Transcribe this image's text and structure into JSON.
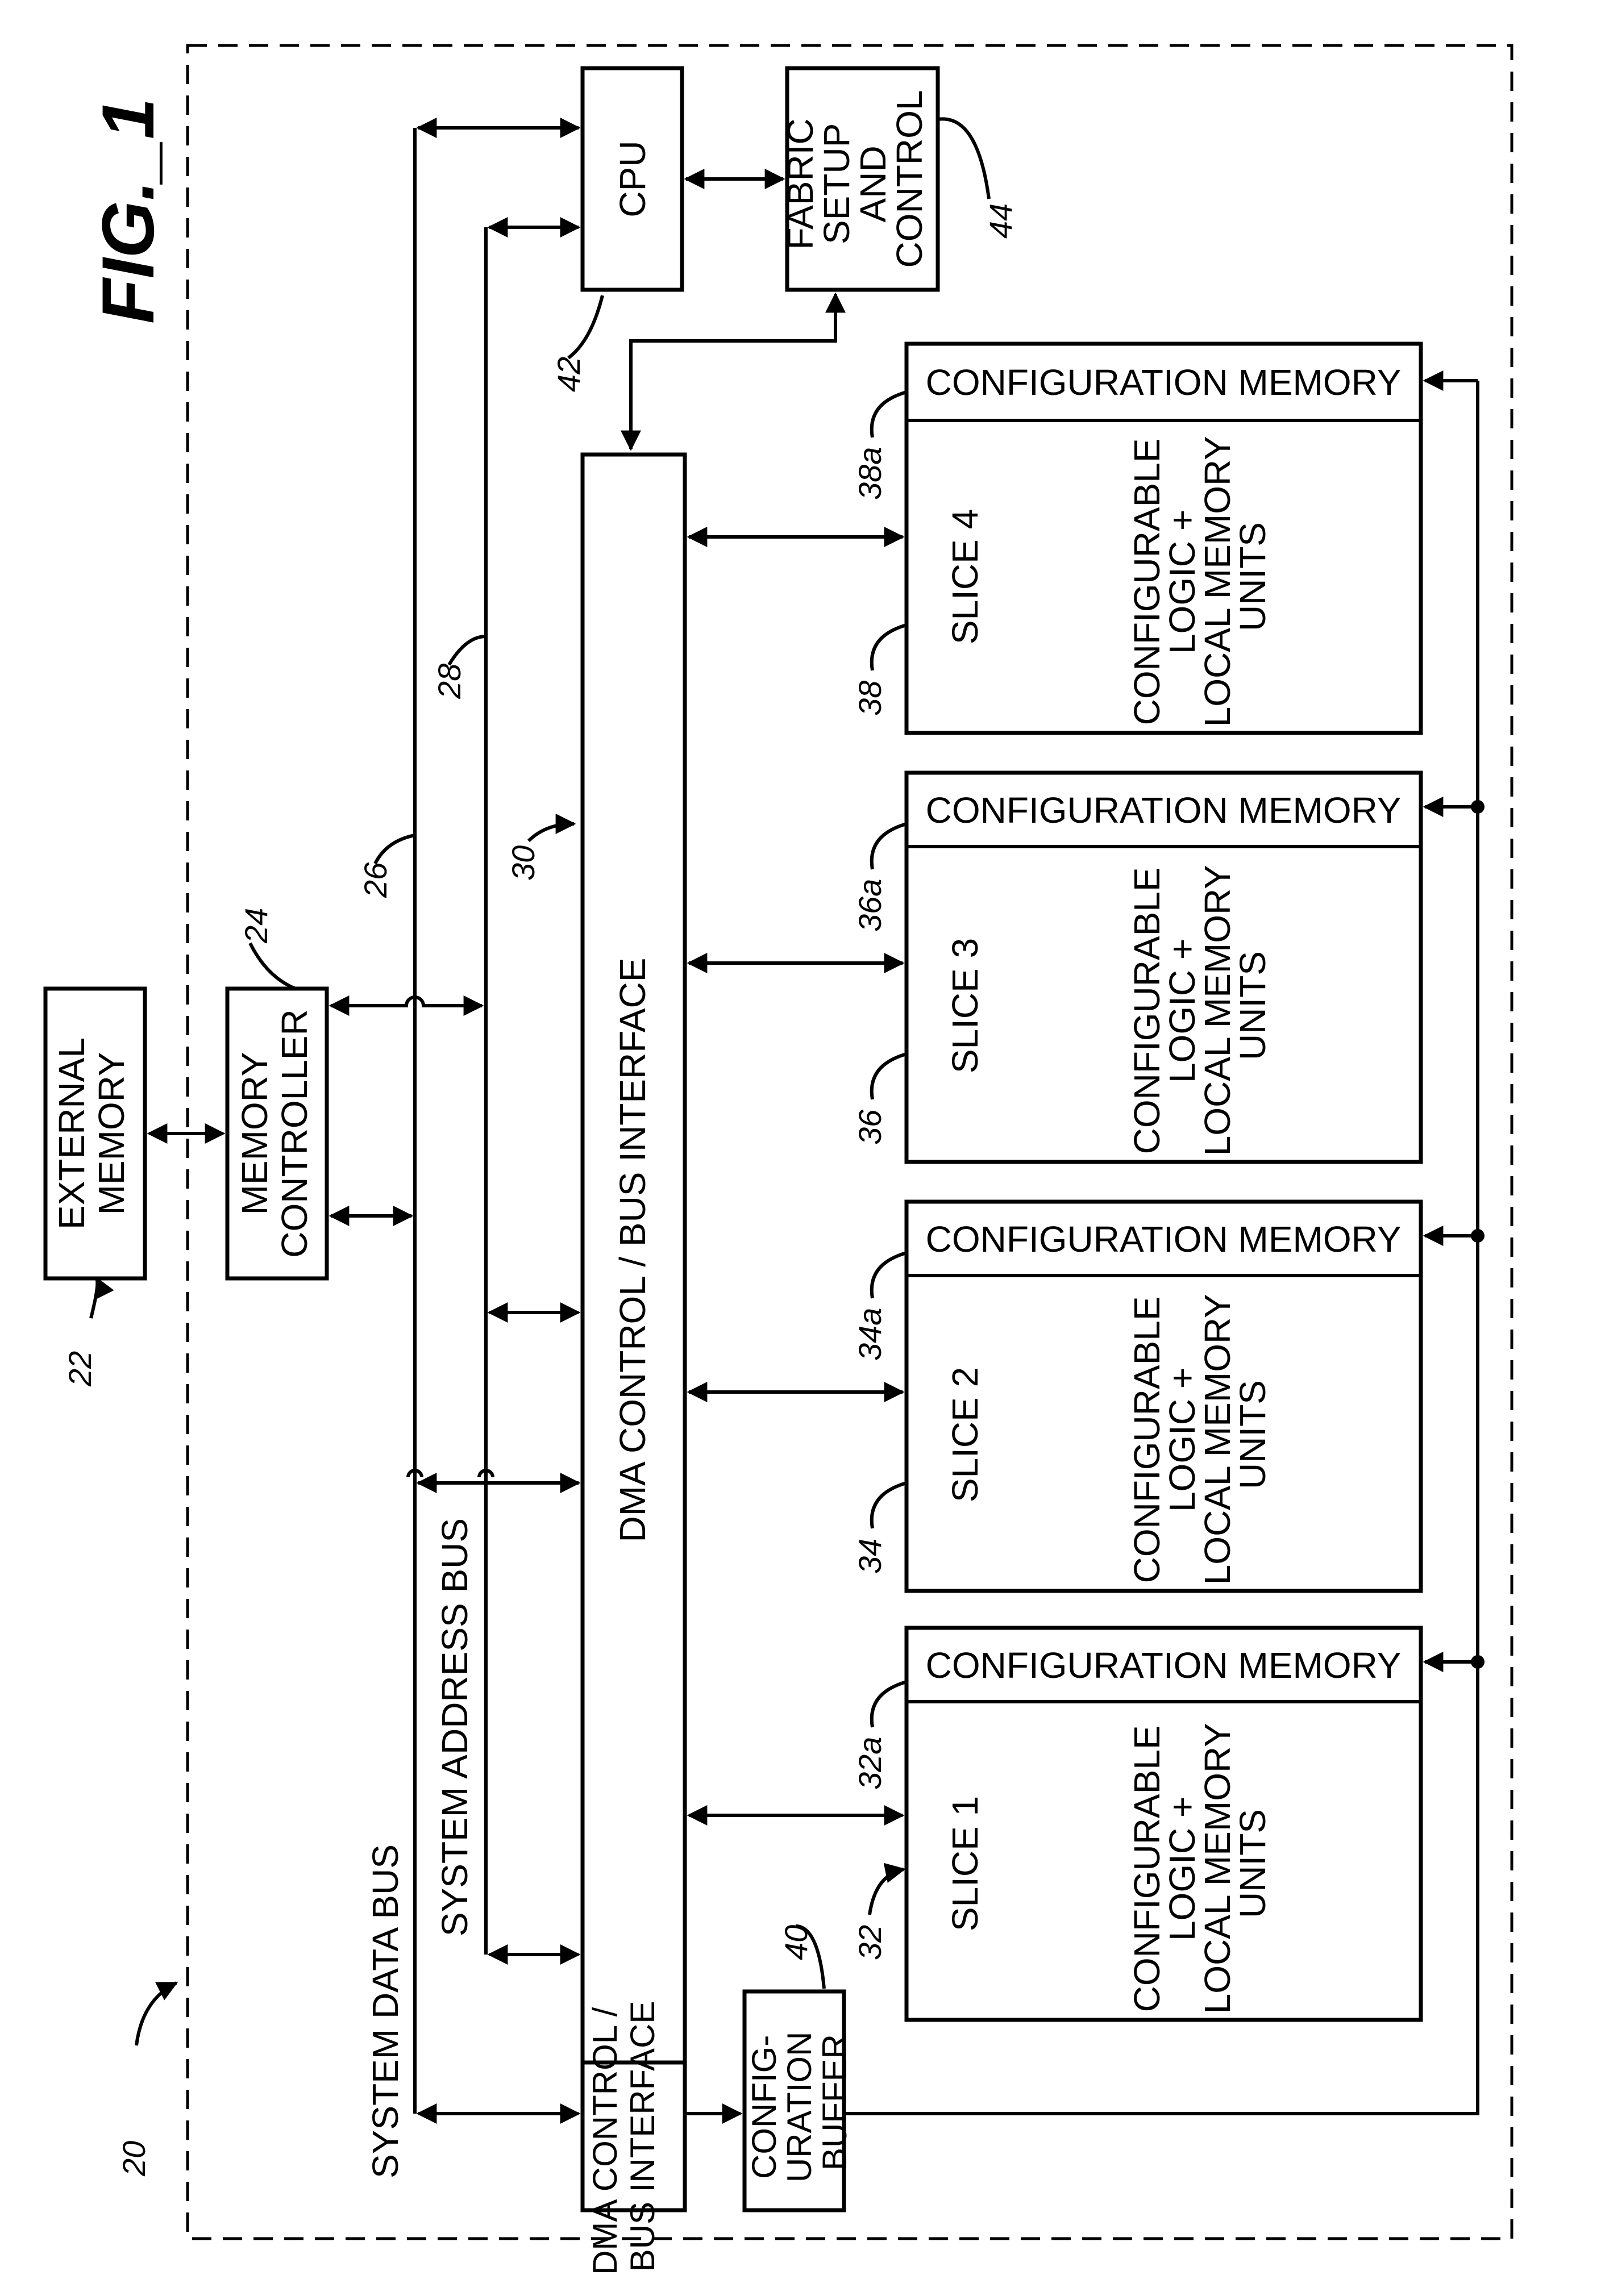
{
  "figure": {
    "title": "FIG._1"
  },
  "refs": {
    "system": "20",
    "external_memory": "22",
    "memory_controller": "24",
    "system_data_bus": "26",
    "system_address_bus": "28",
    "dma": "30",
    "slice1": "32",
    "slice1_cfg": "32a",
    "slice2": "34",
    "slice2_cfg": "34a",
    "slice3": "36",
    "slice3_cfg": "36a",
    "slice4": "38",
    "slice4_cfg": "38a",
    "config_buffer": "40",
    "cpu": "42",
    "fabric": "44"
  },
  "blocks": {
    "external_memory": [
      "EXTERNAL",
      "MEMORY"
    ],
    "memory_controller": [
      "MEMORY",
      "CONTROLLER"
    ],
    "cpu": "CPU",
    "fabric": [
      "FABRIC",
      "SETUP",
      "AND",
      "CONTROL"
    ],
    "dma_main": "DMA CONTROL / BUS INTERFACE",
    "dma_small": [
      "DMA CONTROL /",
      "BUS INTERFACE"
    ],
    "config_buffer": [
      "CONFIG-",
      "URATION",
      "BUFFER"
    ]
  },
  "buses": {
    "data": "SYSTEM DATA BUS",
    "address": "SYSTEM ADDRESS BUS"
  },
  "slices": [
    {
      "name": "SLICE 1",
      "config": "CONFIGURATION MEMORY",
      "body": [
        "CONFIGURABLE",
        "LOGIC +",
        "LOCAL MEMORY",
        "UNITS"
      ]
    },
    {
      "name": "SLICE 2",
      "config": "CONFIGURATION MEMORY",
      "body": [
        "CONFIGURABLE",
        "LOGIC +",
        "LOCAL MEMORY",
        "UNITS"
      ]
    },
    {
      "name": "SLICE 3",
      "config": "CONFIGURATION MEMORY",
      "body": [
        "CONFIGURABLE",
        "LOGIC +",
        "LOCAL MEMORY",
        "UNITS"
      ]
    },
    {
      "name": "SLICE 4",
      "config": "CONFIGURATION MEMORY",
      "body": [
        "CONFIGURABLE",
        "LOGIC +",
        "LOCAL MEMORY",
        "UNITS"
      ]
    }
  ]
}
